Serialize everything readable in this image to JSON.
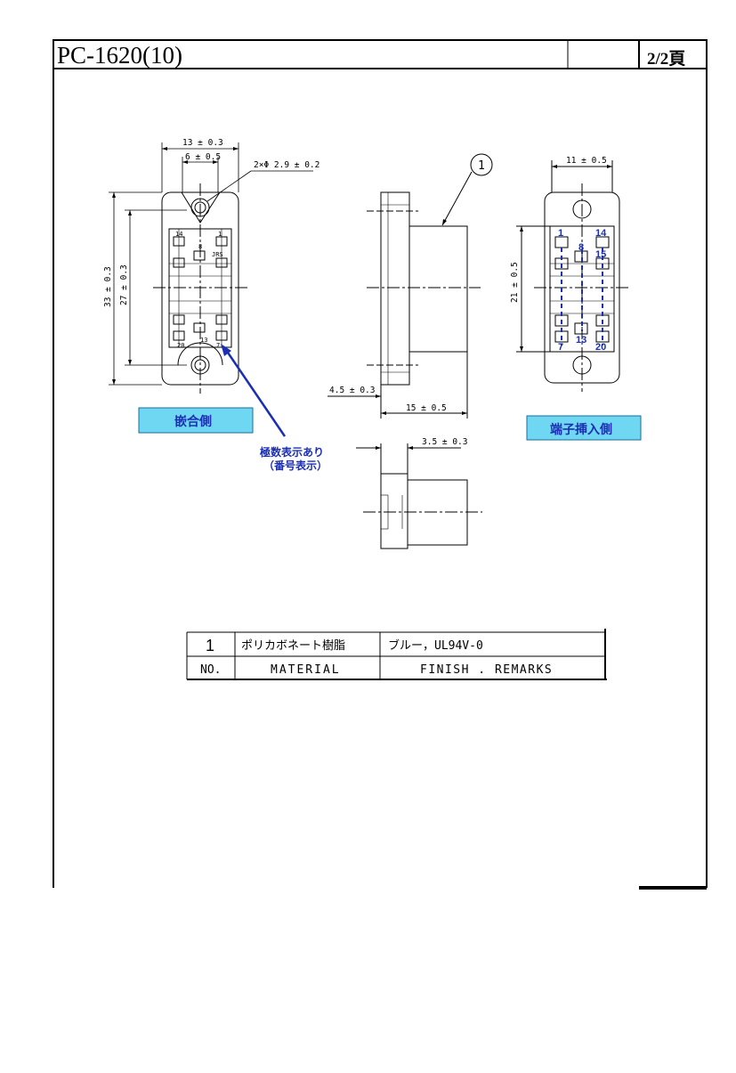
{
  "header": {
    "title": "PC-1620(10)",
    "page": "2/2頁"
  },
  "dimensions": {
    "width_13": "13 ± 0.3",
    "width_6": "6 ± 0.5",
    "hole": "2×Φ 2.9 ± 0.2",
    "height_33": "33 ± 0.3",
    "height_27": "27 ± 0.3",
    "side_4_5": "4.5 ± 0.3",
    "side_15": "15 ± 0.5",
    "side_3_5": "3.5 ± 0.3",
    "rear_11": "11 ± 0.5",
    "rear_21": "21 ± 0.5"
  },
  "front_view": {
    "pin_labels": [
      "14",
      "1",
      "8",
      "7",
      "20",
      "13",
      "JRS"
    ]
  },
  "rear_view": {
    "pin_labels": [
      "1",
      "8",
      "14",
      "15",
      "7",
      "13",
      "20"
    ]
  },
  "callout": {
    "balloon": "1"
  },
  "labels": {
    "mating_side": "嵌合側",
    "terminal_side": "端子挿入側",
    "note_line1": "極数表示あり",
    "note_line2": "（番号表示）"
  },
  "parts_table": {
    "rows": [
      {
        "no": "1",
        "material": "ポリカボネート樹脂",
        "remarks": "ブルー，UL94V-0"
      }
    ],
    "headers": {
      "no": "NO.",
      "material": "MATERIAL",
      "remarks": "FINISH . REMARKS"
    }
  }
}
